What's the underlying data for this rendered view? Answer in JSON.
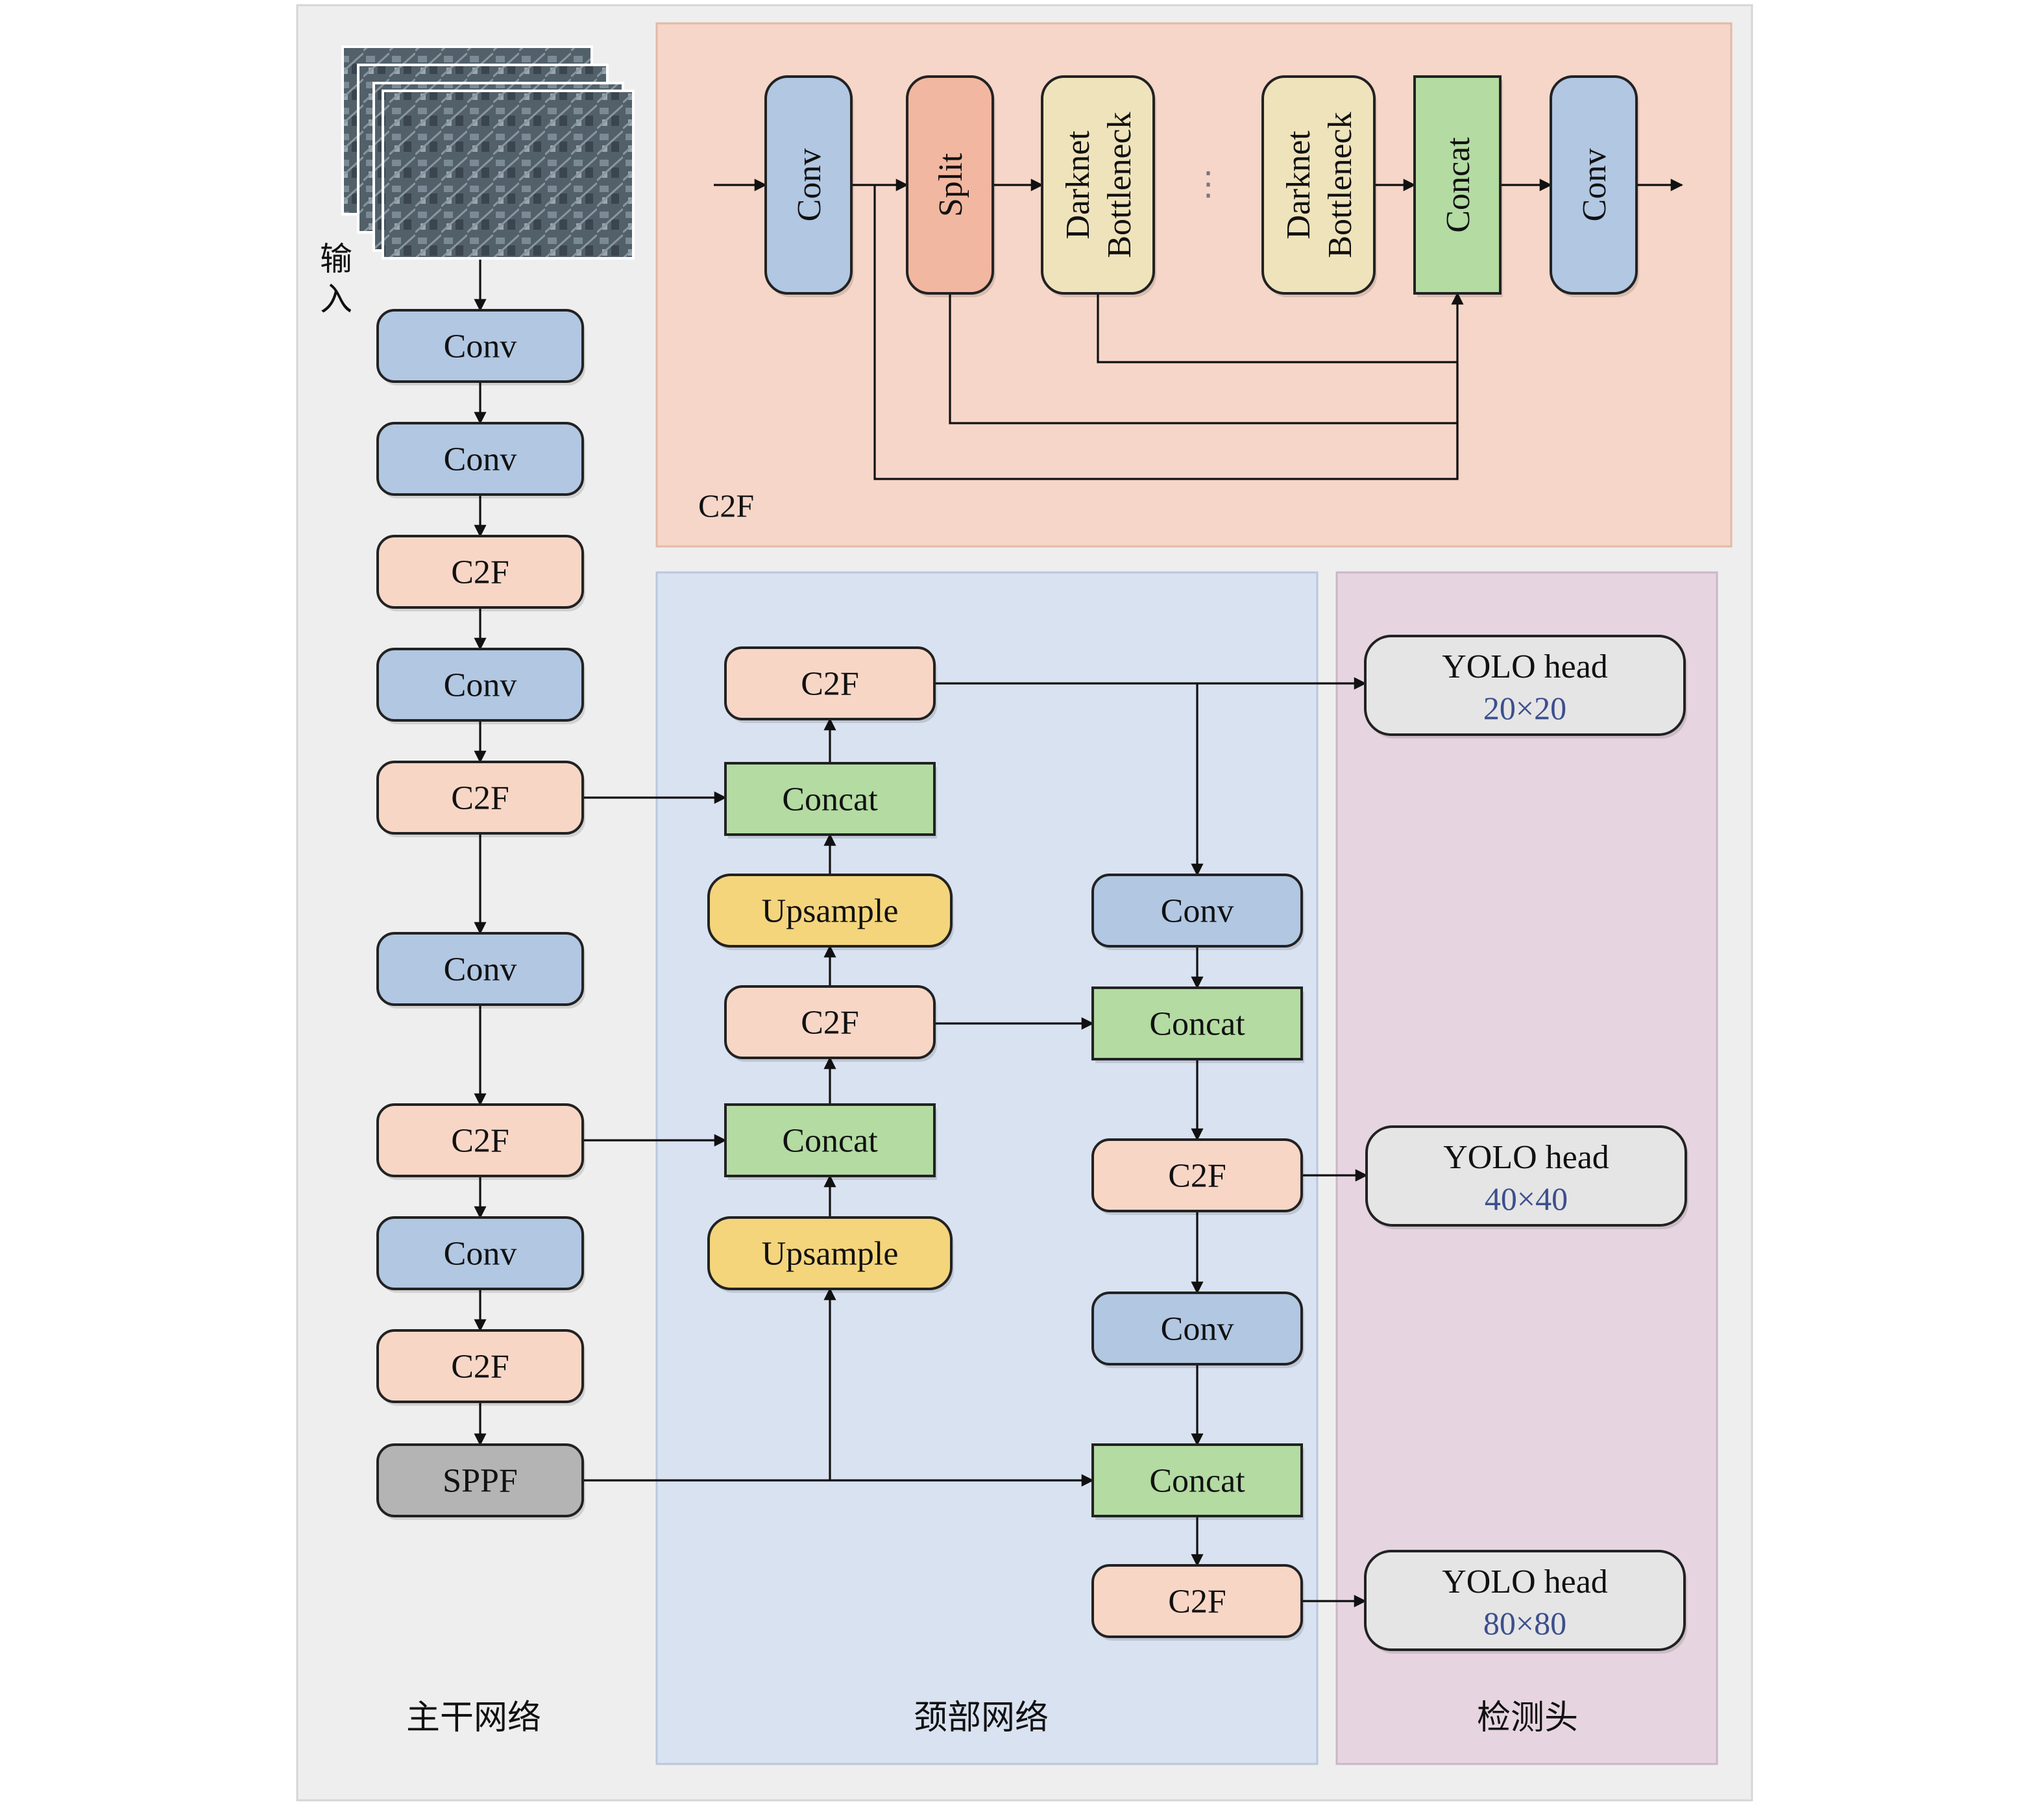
{
  "input_label": "输\n入",
  "regions": {
    "backbone": "主干网络",
    "neck": "颈部网络",
    "head": "检测头",
    "c2f_detail": "C2F"
  },
  "colors": {
    "conv": "#b1c7e2",
    "c2f": "#f8d6c6",
    "concat": "#b3dba2",
    "upsample": "#f4d57c",
    "sppf": "#b4b4b4",
    "split": "#f2b7a0",
    "bottleneck": "#efe3bc",
    "head_box": "#e5e5e6",
    "outer_bg": "#eeeeee",
    "c2f_region_bg": "#f6d6c8",
    "neck_region_bg": "#d9e2f1",
    "head_region_bg": "#e6d5e1",
    "head_size_text": "#3c4f8c"
  },
  "backbone": [
    {
      "id": "bb-conv-1",
      "label": "Conv"
    },
    {
      "id": "bb-conv-2",
      "label": "Conv"
    },
    {
      "id": "bb-c2f-1",
      "label": "C2F"
    },
    {
      "id": "bb-conv-3",
      "label": "Conv"
    },
    {
      "id": "bb-c2f-2",
      "label": "C2F"
    },
    {
      "id": "bb-conv-4",
      "label": "Conv"
    },
    {
      "id": "bb-c2f-3",
      "label": "C2F"
    },
    {
      "id": "bb-conv-5",
      "label": "Conv"
    },
    {
      "id": "bb-c2f-4",
      "label": "C2F"
    },
    {
      "id": "bb-sppf",
      "label": "SPPF"
    }
  ],
  "neck": {
    "left_column": [
      {
        "id": "nk-c2f-top",
        "label": "C2F"
      },
      {
        "id": "nk-concat-1",
        "label": "Concat"
      },
      {
        "id": "nk-upsample-1",
        "label": "Upsample"
      },
      {
        "id": "nk-c2f-mid",
        "label": "C2F"
      },
      {
        "id": "nk-concat-2",
        "label": "Concat"
      },
      {
        "id": "nk-upsample-2",
        "label": "Upsample"
      }
    ],
    "right_column": [
      {
        "id": "nk-conv-1",
        "label": "Conv"
      },
      {
        "id": "nk-concat-3",
        "label": "Concat"
      },
      {
        "id": "nk-c2f-r1",
        "label": "C2F"
      },
      {
        "id": "nk-conv-2",
        "label": "Conv"
      },
      {
        "id": "nk-concat-4",
        "label": "Concat"
      },
      {
        "id": "nk-c2f-r2",
        "label": "C2F"
      }
    ]
  },
  "heads": [
    {
      "id": "head-1",
      "label": "YOLO head",
      "size": "20×20"
    },
    {
      "id": "head-2",
      "label": "YOLO head",
      "size": "40×40"
    },
    {
      "id": "head-3",
      "label": "YOLO head",
      "size": "80×80"
    }
  ],
  "c2f_detail_blocks": [
    {
      "id": "c2f-conv-in",
      "lines": [
        "Conv"
      ]
    },
    {
      "id": "c2f-split",
      "lines": [
        "Split"
      ]
    },
    {
      "id": "c2f-bottleneck-1",
      "lines": [
        "Darknet",
        "Bottleneck"
      ]
    },
    {
      "id": "c2f-bottleneck-n",
      "lines": [
        "Darknet",
        "Bottleneck"
      ]
    },
    {
      "id": "c2f-concat",
      "lines": [
        "Concat"
      ]
    },
    {
      "id": "c2f-conv-out",
      "lines": [
        "Conv"
      ]
    }
  ],
  "c2f_ellipsis": "⋮"
}
